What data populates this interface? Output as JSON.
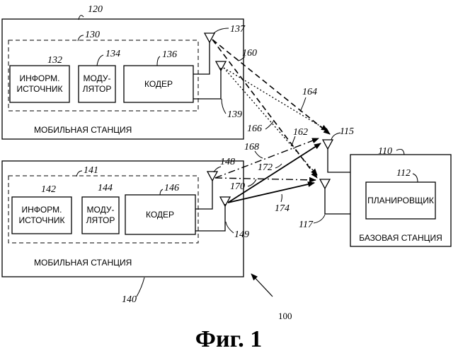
{
  "mobile_station_1": {
    "ref": "120",
    "caption": "МОБИЛЬНАЯ СТАНЦИЯ",
    "group_ref": "130",
    "info_source": {
      "ref": "132",
      "line1": "ИНФОРМ.",
      "line2": "ИСТОЧНИК"
    },
    "modulator": {
      "ref": "134",
      "line1": "МОДУ-",
      "line2": "ЛЯТОР"
    },
    "coder": {
      "ref": "136",
      "label": "КОДЕР"
    },
    "antenna_top_ref": "137",
    "antenna_bottom_ref": "139"
  },
  "mobile_station_2": {
    "ref": "140",
    "caption": "МОБИЛЬНАЯ СТАНЦИЯ",
    "group_ref": "141",
    "info_source": {
      "ref": "142",
      "line1": "ИНФОРМ.",
      "line2": "ИСТОЧНИК"
    },
    "modulator": {
      "ref": "144",
      "line1": "МОДУ-",
      "line2": "ЛЯТОР"
    },
    "coder": {
      "ref": "146",
      "label": "КОДЕР"
    },
    "antenna_top_ref": "148",
    "antenna_bottom_ref": "149"
  },
  "base_station": {
    "ref": "110",
    "caption": "БАЗОВАЯ СТАНЦИЯ",
    "scheduler": {
      "ref": "112",
      "label": "ПЛАНИРОВЩИК"
    },
    "antenna_top_ref": "115",
    "antenna_bottom_ref": "117"
  },
  "links": {
    "l160": "160",
    "l162": "162",
    "l164": "164",
    "l166": "166",
    "l168": "168",
    "l170": "170",
    "l172": "172",
    "l174": "174"
  },
  "system_ref": "100",
  "figure_caption": "Фиг. 1"
}
